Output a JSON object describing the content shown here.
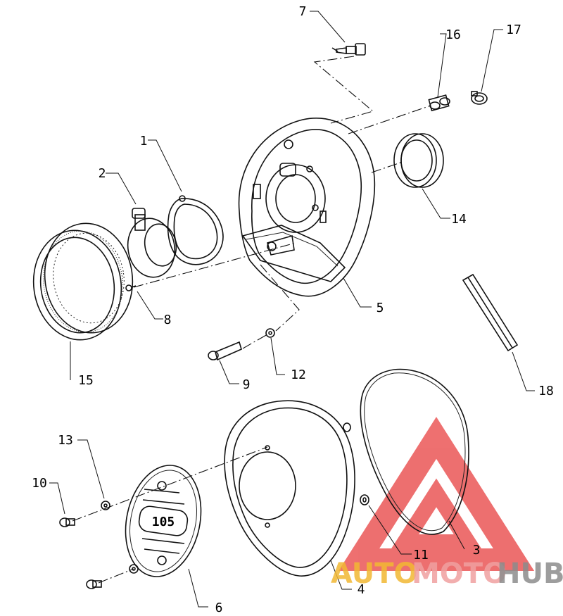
{
  "part_labels": [
    {
      "id": "1",
      "text": "1"
    },
    {
      "id": "2",
      "text": "2"
    },
    {
      "id": "3",
      "text": "3"
    },
    {
      "id": "4",
      "text": "4"
    },
    {
      "id": "5",
      "text": "5"
    },
    {
      "id": "6",
      "text": "6"
    },
    {
      "id": "7",
      "text": "7"
    },
    {
      "id": "8",
      "text": "8"
    },
    {
      "id": "9",
      "text": "9"
    },
    {
      "id": "10",
      "text": "10"
    },
    {
      "id": "11",
      "text": "11"
    },
    {
      "id": "12",
      "text": "12"
    },
    {
      "id": "13",
      "text": "13"
    },
    {
      "id": "14",
      "text": "14"
    },
    {
      "id": "15",
      "text": "15"
    },
    {
      "id": "16",
      "text": "16"
    },
    {
      "id": "17",
      "text": "17"
    },
    {
      "id": "18",
      "text": "18"
    }
  ],
  "cover_plate_text": "105",
  "watermark": {
    "part1": "AUTO",
    "part2": "MOTO",
    "part3": "HUB",
    "colors": {
      "auto": "#f2b833",
      "moto": "#f0a0a0",
      "hub": "#8c8c8c",
      "triangle": "#e84040"
    }
  }
}
